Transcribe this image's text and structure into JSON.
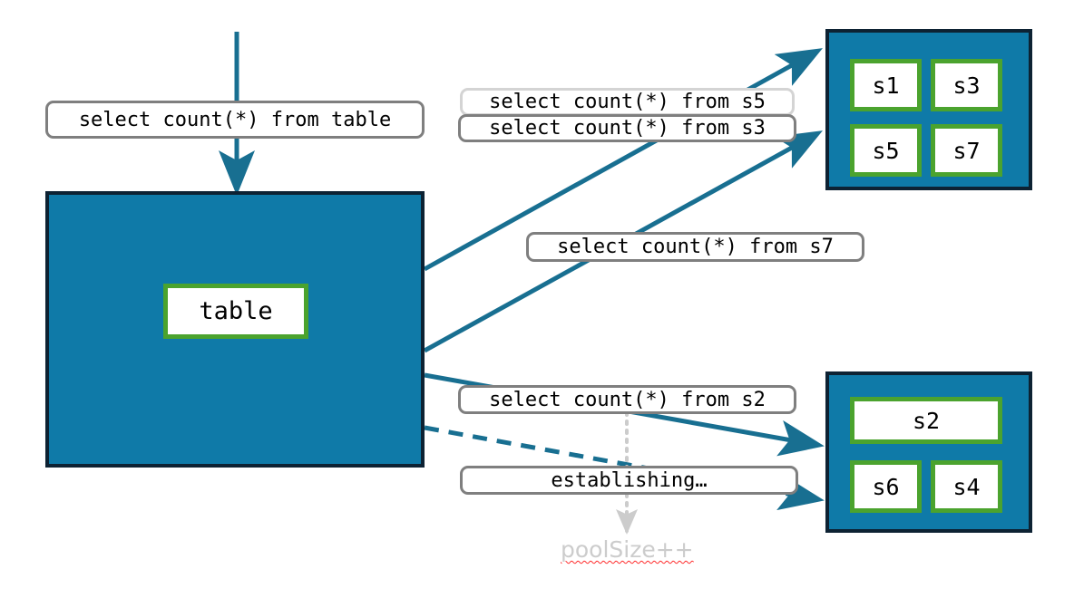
{
  "diagram": {
    "title": "connection-pool-query-fanout",
    "colors": {
      "pool_fill": "#0f7aa8",
      "pool_border": "#0d2233",
      "node_border": "#4ba32e",
      "node_fill": "#ffffff",
      "edge": "#186f91",
      "chip_border": "#7f7f7f",
      "chip_border_faded": "#d4d4d4",
      "annotation_text": "#cccccc",
      "spellcheck_underline": "#ff2b2b",
      "background": "#ffffff"
    }
  },
  "table_container": {
    "node_label": "table"
  },
  "pools": [
    {
      "id": "pool-upper",
      "nodes": [
        {
          "label": "s1"
        },
        {
          "label": "s3"
        },
        {
          "label": "s5"
        },
        {
          "label": "s7"
        }
      ]
    },
    {
      "id": "pool-lower",
      "nodes": [
        {
          "label": "s2"
        },
        {
          "label": "s6"
        },
        {
          "label": "s4"
        }
      ]
    }
  ],
  "chips": [
    {
      "id": "chip-table",
      "text": "select count(*) from table",
      "style": "solid"
    },
    {
      "id": "chip-s5",
      "text": "select count(*) from s5",
      "style": "faded"
    },
    {
      "id": "chip-s3",
      "text": "select count(*) from s3",
      "style": "solid"
    },
    {
      "id": "chip-s7",
      "text": "select count(*) from s7",
      "style": "solid"
    },
    {
      "id": "chip-s2",
      "text": "select count(*) from s2",
      "style": "solid"
    },
    {
      "id": "chip-establishing",
      "text": "establishing…",
      "style": "solid"
    }
  ],
  "annotations": {
    "poolsize": "poolSize++"
  }
}
